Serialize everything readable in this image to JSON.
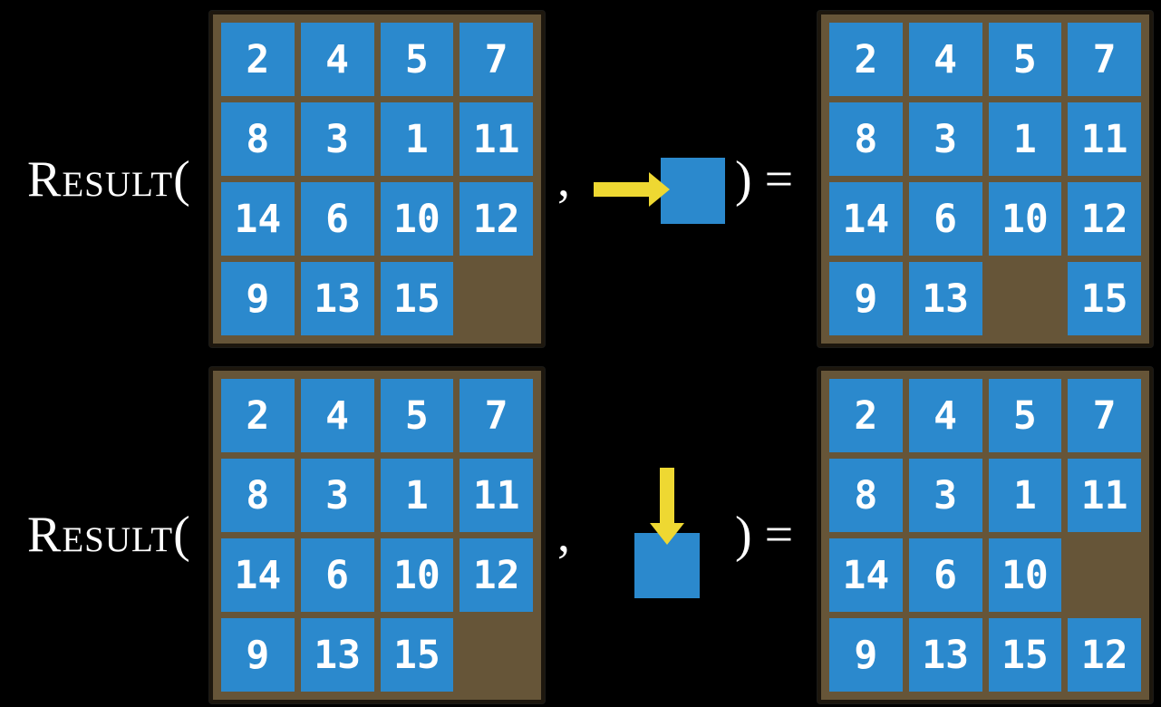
{
  "colors": {
    "background": "#000000",
    "board_bg": "#665538",
    "board_border": "#1d170e",
    "tile_blue": "#2b89cd",
    "arrow_yellow": "#eed832",
    "number_white": "#ffffff"
  },
  "equations": [
    {
      "function_name": "Result",
      "open_paren": "(",
      "comma": ",",
      "close_paren_equals": ") =",
      "move": {
        "direction": "right",
        "icon": "arrow-right-icon"
      },
      "input_board": [
        [
          "2",
          "4",
          "5",
          "7"
        ],
        [
          "8",
          "3",
          "1",
          "11"
        ],
        [
          "14",
          "6",
          "10",
          "12"
        ],
        [
          "9",
          "13",
          "15",
          ""
        ]
      ],
      "output_board": [
        [
          "2",
          "4",
          "5",
          "7"
        ],
        [
          "8",
          "3",
          "1",
          "11"
        ],
        [
          "14",
          "6",
          "10",
          "12"
        ],
        [
          "9",
          "13",
          "",
          "15"
        ]
      ]
    },
    {
      "function_name": "Result",
      "open_paren": "(",
      "comma": ",",
      "close_paren_equals": ") =",
      "move": {
        "direction": "down",
        "icon": "arrow-down-icon"
      },
      "input_board": [
        [
          "2",
          "4",
          "5",
          "7"
        ],
        [
          "8",
          "3",
          "1",
          "11"
        ],
        [
          "14",
          "6",
          "10",
          "12"
        ],
        [
          "9",
          "13",
          "15",
          ""
        ]
      ],
      "output_board": [
        [
          "2",
          "4",
          "5",
          "7"
        ],
        [
          "8",
          "3",
          "1",
          "11"
        ],
        [
          "14",
          "6",
          "10",
          ""
        ],
        [
          "9",
          "13",
          "15",
          "12"
        ]
      ]
    }
  ]
}
